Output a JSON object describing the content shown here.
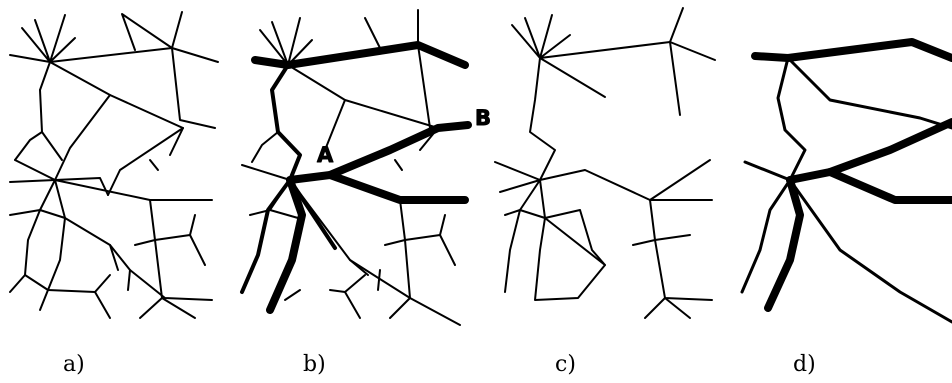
{
  "panels": [
    {
      "id": "a",
      "caption": "a)"
    },
    {
      "id": "b",
      "caption": "b)"
    },
    {
      "id": "c",
      "caption": "c)"
    },
    {
      "id": "d",
      "caption": "d)"
    }
  ],
  "point_labels": {
    "A": "A",
    "B": "B"
  },
  "colors": {
    "stroke": "#000000",
    "background": "#ffffff"
  }
}
